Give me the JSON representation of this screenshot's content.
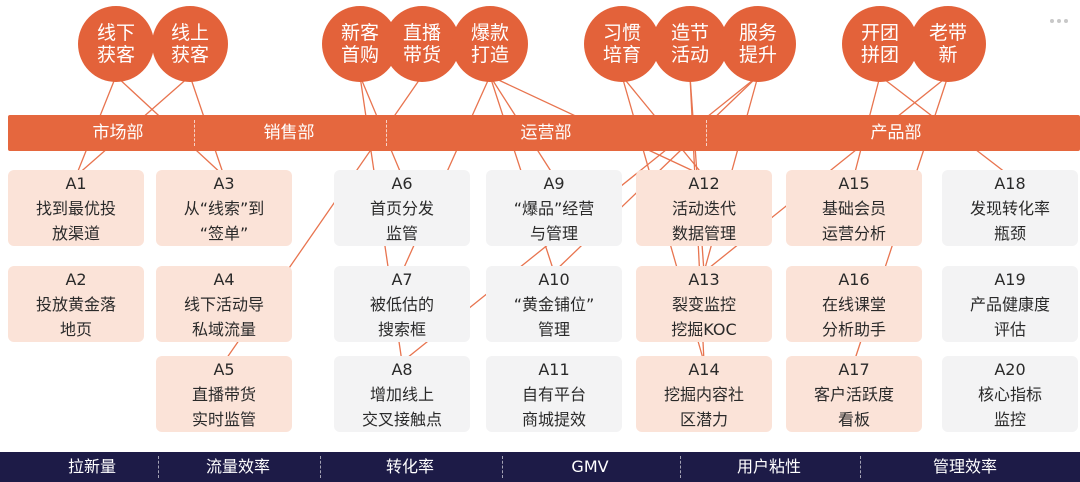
{
  "colors": {
    "accent": "#e3623a",
    "bar": "#e5673e",
    "card_highlight": "#fbe3d8",
    "card_plain": "#f3f3f4",
    "footer": "#1d1b47",
    "line": "#e8744f"
  },
  "goals": [
    {
      "id": "g1",
      "label": "线下\n获客"
    },
    {
      "id": "g2",
      "label": "线上\n获客"
    },
    {
      "id": "g3",
      "label": "新客\n首购"
    },
    {
      "id": "g4",
      "label": "直播\n带货"
    },
    {
      "id": "g5",
      "label": "爆款\n打造"
    },
    {
      "id": "g6",
      "label": "习惯\n培育"
    },
    {
      "id": "g7",
      "label": "造节\n活动"
    },
    {
      "id": "g8",
      "label": "服务\n提升"
    },
    {
      "id": "g9",
      "label": "开团\n拼团"
    },
    {
      "id": "g10",
      "label": "老带\n新"
    }
  ],
  "departments": [
    "市场部",
    "销售部",
    "运营部",
    "产品部"
  ],
  "cards": [
    {
      "code": "A1",
      "text": "找到最优投\n放渠道"
    },
    {
      "code": "A2",
      "text": "投放黄金落\n地页"
    },
    {
      "code": "A3",
      "text": "从“线索”到\n“签单”"
    },
    {
      "code": "A4",
      "text": "线下活动导\n私域流量"
    },
    {
      "code": "A5",
      "text": "直播带货\n实时监管"
    },
    {
      "code": "A6",
      "text": "首页分发\n监管"
    },
    {
      "code": "A7",
      "text": "被低估的\n搜索框"
    },
    {
      "code": "A8",
      "text": "增加线上\n交叉接触点"
    },
    {
      "code": "A9",
      "text": "“爆品”经营\n与管理"
    },
    {
      "code": "A10",
      "text": "“黄金铺位”\n管理"
    },
    {
      "code": "A11",
      "text": "自有平台\n商城提效"
    },
    {
      "code": "A12",
      "text": "活动迭代\n数据管理"
    },
    {
      "code": "A13",
      "text": "裂变监控\n挖掘KOC"
    },
    {
      "code": "A14",
      "text": "挖掘内容社\n区潜力"
    },
    {
      "code": "A15",
      "text": "基础会员\n运营分析"
    },
    {
      "code": "A16",
      "text": "在线课堂\n分析助手"
    },
    {
      "code": "A17",
      "text": "客户活跃度\n看板"
    },
    {
      "code": "A18",
      "text": "发现转化率\n瓶颈"
    },
    {
      "code": "A19",
      "text": "产品健康度\n评估"
    },
    {
      "code": "A20",
      "text": "核心指标\n监控"
    }
  ],
  "metrics": [
    "拉新量",
    "流量效率",
    "转化率",
    "GMV",
    "用户粘性",
    "管理效率"
  ]
}
